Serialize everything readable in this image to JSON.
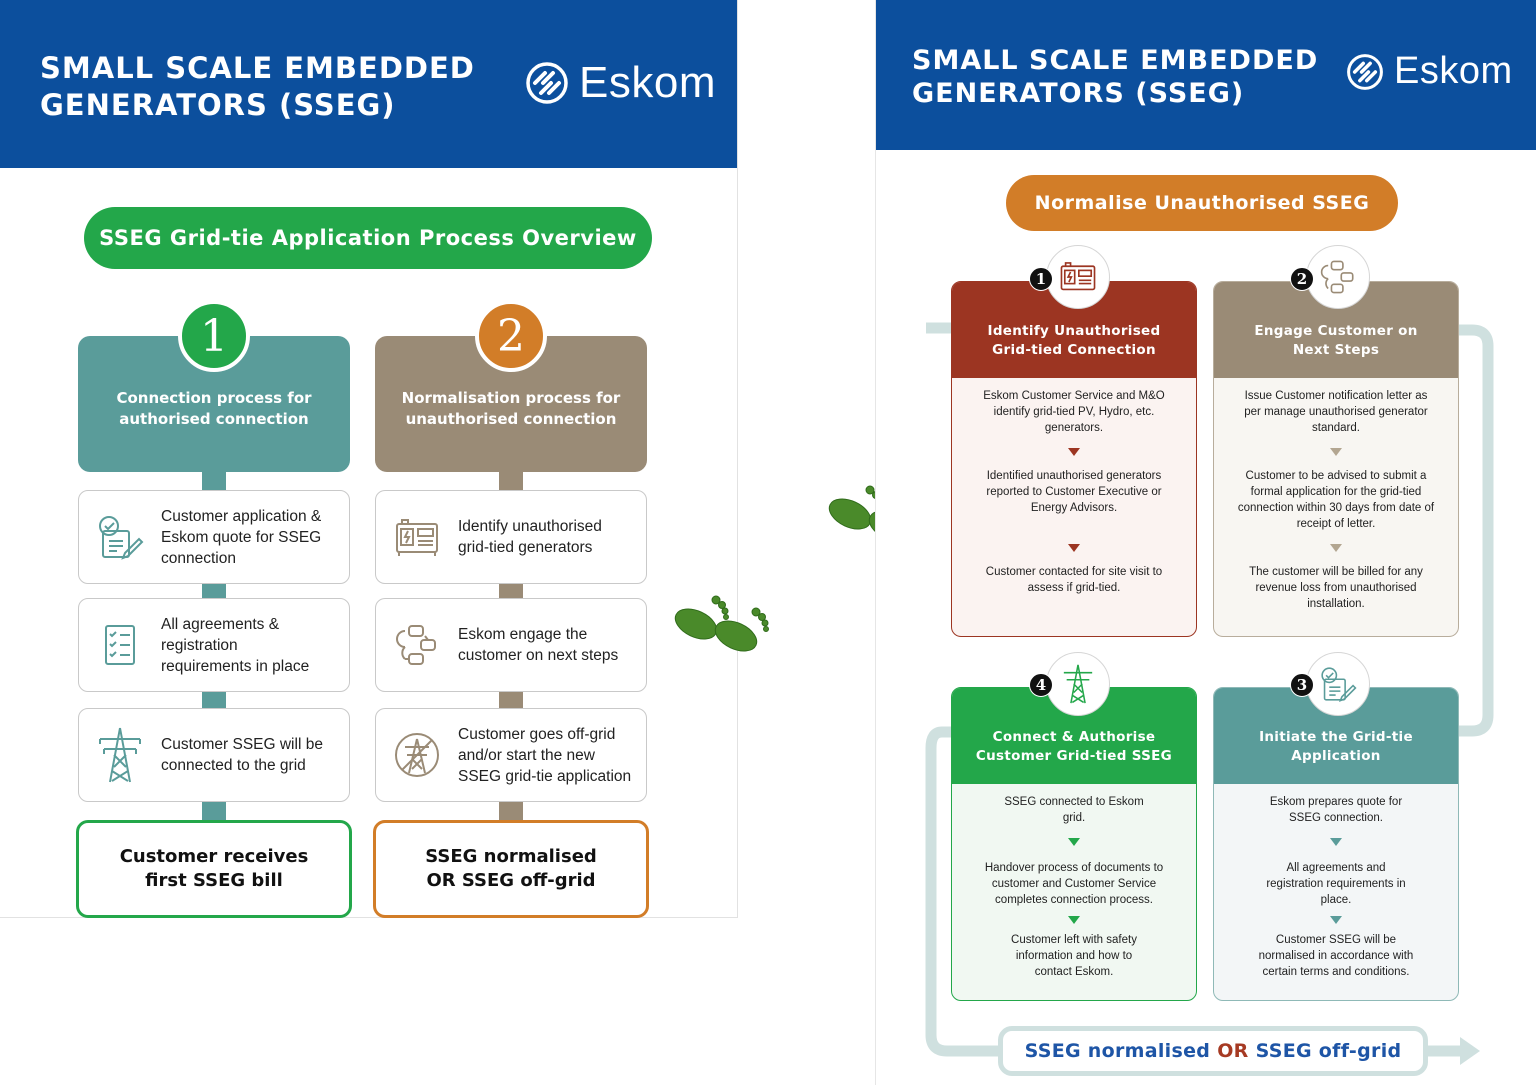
{
  "left": {
    "header": {
      "title_line1": "SMALL SCALE EMBEDDED",
      "title_line2": "GENERATORS (SSEG)",
      "logo_text": "Eskom",
      "logo_icon": "eskom-logo-icon"
    },
    "banner": "SSEG Grid-tie Application Process Overview",
    "columns": [
      {
        "number": "1",
        "title_line1": "Connection process for",
        "title_line2": "authorised connection",
        "steps": [
          {
            "icon": "application-form-icon",
            "lines": [
              "Customer application &",
              "Eskom quote for SSEG",
              "connection"
            ]
          },
          {
            "icon": "checklist-icon",
            "lines": [
              "All agreements &",
              "registration",
              "requirements in place"
            ]
          },
          {
            "icon": "pylon-icon",
            "lines": [
              "Customer SSEG will be",
              "connected to the grid"
            ]
          }
        ],
        "final_line1": "Customer receives",
        "final_line2": "first SSEG bill"
      },
      {
        "number": "2",
        "title_line1": "Normalisation process for",
        "title_line2": "unauthorised connection",
        "steps": [
          {
            "icon": "generator-icon",
            "lines": [
              "Identify unauthorised",
              "grid-tied generators"
            ]
          },
          {
            "icon": "process-flow-icon",
            "lines": [
              "Eskom engage the",
              "customer on next steps"
            ]
          },
          {
            "icon": "off-grid-pylon-icon",
            "lines": [
              "Customer goes off-grid",
              "and/or start the new",
              "SSEG grid-tie application"
            ]
          }
        ],
        "final_line1": "SSEG normalised",
        "final_line2": "OR SSEG off-grid"
      }
    ]
  },
  "right": {
    "header": {
      "title_line1": "SMALL SCALE EMBEDDED",
      "title_line2": "GENERATORS (SSEG)",
      "logo_text": "Eskom",
      "logo_icon": "eskom-logo-icon"
    },
    "banner": "Normalise Unauthorised SSEG",
    "cards": [
      {
        "number": "1",
        "icon": "generator-icon",
        "title_line1": "Identify Unauthorised",
        "title_line2": "Grid-tied Connection",
        "items": [
          [
            "Eskom Customer Service and M&O",
            "identify grid-tied PV, Hydro, etc.",
            "generators."
          ],
          [
            "Identified unauthorised generators",
            "reported to Customer Executive or",
            "Energy Advisors."
          ],
          [
            "Customer contacted for site visit to",
            "assess if grid-tied."
          ]
        ]
      },
      {
        "number": "2",
        "icon": "process-flow-icon",
        "title_line1": "Engage Customer on",
        "title_line2": "Next Steps",
        "items": [
          [
            "Issue Customer notification letter as",
            "per manage unauthorised generator",
            "standard."
          ],
          [
            "Customer to be advised to submit a",
            "formal application for the grid-tied",
            "connection within 30 days from date of",
            "receipt of letter."
          ],
          [
            "The customer will be billed for any",
            "revenue loss from unauthorised",
            "installation."
          ]
        ]
      },
      {
        "number": "3",
        "icon": "application-form-icon",
        "title_line1": "Initiate the Grid-tie",
        "title_line2": "Application",
        "items": [
          [
            "Eskom prepares quote for",
            "SSEG connection."
          ],
          [
            "All agreements and",
            "registration requirements in",
            "place."
          ],
          [
            "Customer SSEG will be",
            "normalised in accordance with",
            "certain terms and conditions."
          ]
        ]
      },
      {
        "number": "4",
        "icon": "pylon-icon",
        "title_line1": "Connect & Authorise",
        "title_line2": "Customer Grid-tied SSEG",
        "items": [
          [
            "SSEG connected to Eskom",
            "grid."
          ],
          [
            "Handover process of documents to",
            "customer and Customer Service",
            "completes connection process."
          ],
          [
            "Customer left with safety",
            "information and how to",
            "contact Eskom."
          ]
        ]
      }
    ],
    "final": {
      "part1": "SSEG normalised",
      "or": "OR",
      "part2": "SSEG off-grid"
    }
  },
  "colors": {
    "header_blue": "#0c4f9d",
    "green": "#23a74a",
    "orange": "#d27d28",
    "teal": "#5a9c9a",
    "taupe": "#9a8b76",
    "red_brown": "#9c3522",
    "flow_path": "#cfe0df"
  }
}
